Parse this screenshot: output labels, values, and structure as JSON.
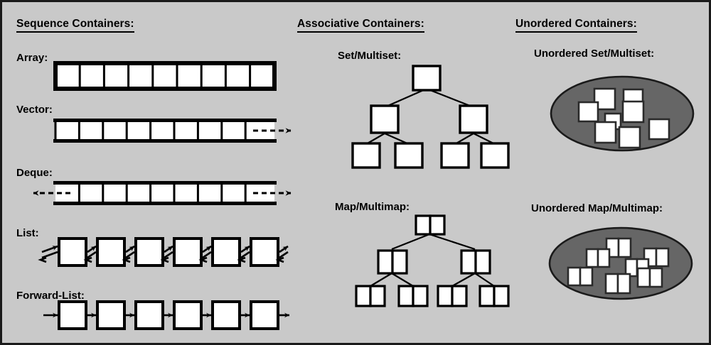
{
  "figure": {
    "background_color": "#c9c9c9",
    "frame_color": "#1a1a1a",
    "node_fill": "#ffffff",
    "node_stroke": "#000000",
    "bucket_fill": "#666666",
    "bucket_stroke": "#1a1a1a"
  },
  "columns": {
    "sequence": {
      "title": "Sequence Containers:"
    },
    "associative": {
      "title": "Associative Containers:"
    },
    "unordered": {
      "title": "Unordered Containers:"
    }
  },
  "labels": {
    "array": "Array:",
    "vector": "Vector:",
    "deque": "Deque:",
    "list": "List:",
    "forward_list": "Forward-List:",
    "set": "Set/Multiset:",
    "map": "Map/Multimap:",
    "unordered_set": "Unordered Set/Multiset:",
    "unordered_map": "Unordered Map/Multimap:"
  },
  "structures": {
    "array": {
      "cells": 9,
      "closed_ends": true,
      "grow_left": false,
      "grow_right": false
    },
    "vector": {
      "cells": 9,
      "closed_ends": false,
      "grow_left": false,
      "grow_right": true
    },
    "deque": {
      "cells": 9,
      "closed_ends": false,
      "grow_left": true,
      "grow_right": true
    },
    "list": {
      "nodes": 6,
      "link_type": "doubly-linked",
      "head_arrows": true,
      "tail_arrows": true
    },
    "forward_list": {
      "nodes": 6,
      "link_type": "singly-linked",
      "head_arrows": true,
      "tail_arrows": true
    },
    "set": {
      "tree_levels": 3,
      "node_count": 7,
      "node_cells": 1
    },
    "map": {
      "tree_levels": 3,
      "node_count": 7,
      "node_cells": 2
    },
    "unordered_set": {
      "bucket_shape": "ellipse",
      "element_count": 8,
      "node_cells": 1
    },
    "unordered_map": {
      "bucket_shape": "ellipse",
      "element_count": 7,
      "node_cells": 2
    }
  }
}
